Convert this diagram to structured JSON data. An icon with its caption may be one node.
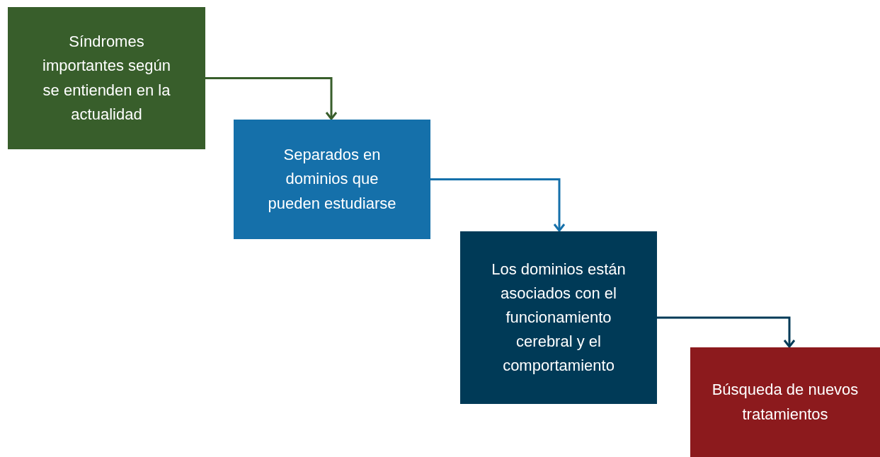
{
  "diagram": {
    "nodes": [
      {
        "text": [
          "Síndromes importantes según se entienden en la actualidad"
        ]
      },
      {
        "text": [
          "Separados en dominios que pueden estudiarse"
        ]
      },
      {
        "text": [
          "Los dominios están asociados con el funcionamiento cerebral y el comportamiento"
        ]
      },
      {
        "text": [
          "Búsqueda de nuevos tratamientos"
        ]
      }
    ],
    "edges": [
      {
        "from": 0,
        "to": 1,
        "arrow": "to",
        "color": "#385e2b"
      },
      {
        "from": 1,
        "to": 2,
        "arrow": "to",
        "color": "#1570aa"
      },
      {
        "from": 2,
        "to": 3,
        "arrow": "to",
        "color": "#003a57"
      }
    ]
  }
}
